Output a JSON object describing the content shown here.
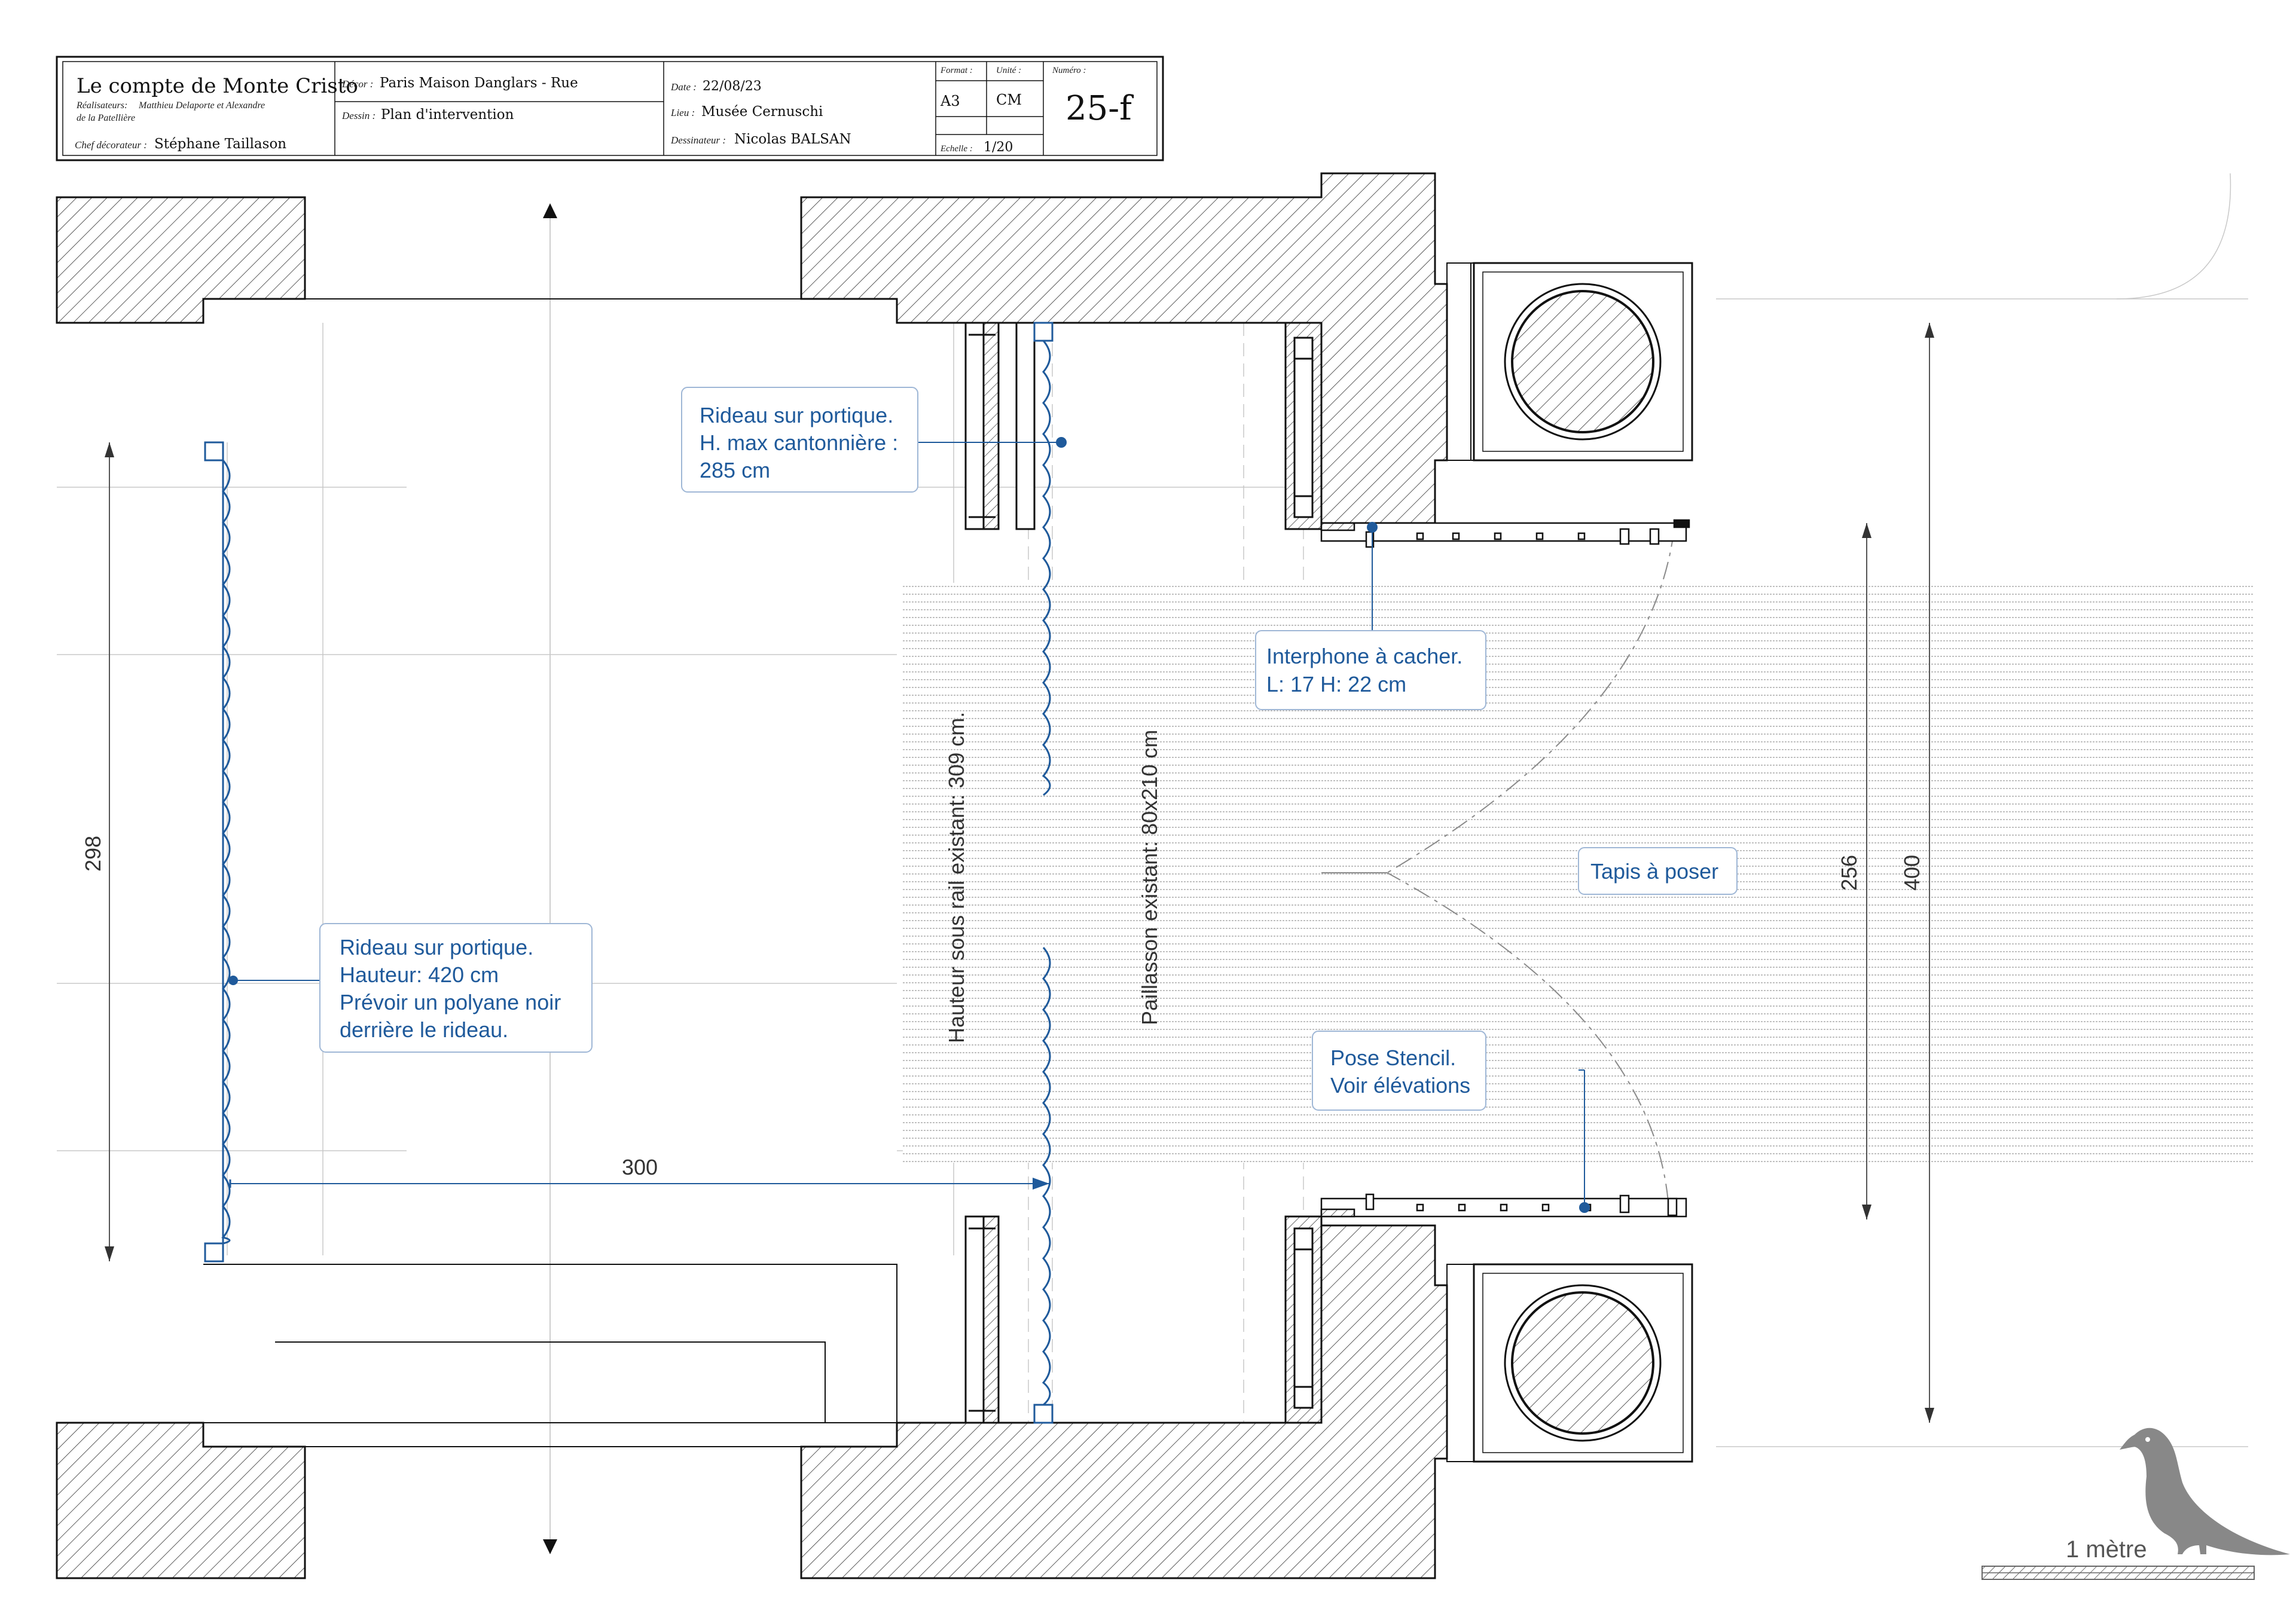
{
  "title_block": {
    "project_title": "Le compte de Monte Cristo",
    "directors_label": "Réalisateurs:",
    "directors_line1": "Matthieu Delaporte et Alexandre",
    "directors_line2": "de la Patellière",
    "chef_label": "Chef décorateur :",
    "chef_value": "Stéphane Taillason",
    "decor_label": "Décor :",
    "decor_value": "Paris Maison Danglars - Rue",
    "dessin_label": "Dessin :",
    "dessin_value": "Plan d'intervention",
    "date_label": "Date :",
    "date_value": "22/08/23",
    "lieu_label": "Lieu :",
    "lieu_value": "Musée Cernuschi",
    "dessinateur_label": "Dessinateur :",
    "dessinateur_value": "Nicolas BALSAN",
    "format_label": "Format :",
    "format_value": "A3",
    "unite_label": "Unité :",
    "unite_value": "CM",
    "echelle_label": "Echelle :",
    "echelle_value": "1/20",
    "numero_label": "Numéro :",
    "numero_value": "25-f"
  },
  "callouts": {
    "rideau_portique_top": [
      "Rideau sur portique.",
      "H. max cantonnière :",
      "285 cm"
    ],
    "rideau_portique_left": [
      "Rideau sur portique.",
      "Hauteur: 420 cm",
      "Prévoir un polyane noir",
      "derrière le rideau."
    ],
    "interphone": [
      "Interphone à cacher.",
      "L: 17 H: 22 cm"
    ],
    "tapis": [
      "Tapis à poser"
    ],
    "stencil": [
      "Pose Stencil.",
      "Voir élévations"
    ]
  },
  "vertical_notes": {
    "hauteur_rail": "Hauteur sous rail existant: 309 cm.",
    "paillasson": "Paillasson existant: 80x210 cm"
  },
  "dimensions": {
    "d298": "298",
    "d300": "300",
    "d256": "256",
    "d400": "400"
  },
  "scale_bar": {
    "label": "1 mètre"
  },
  "colors": {
    "annotation_blue": "#1f5a9b",
    "line_black": "#111111",
    "guide_gray": "#b5b5b5"
  }
}
